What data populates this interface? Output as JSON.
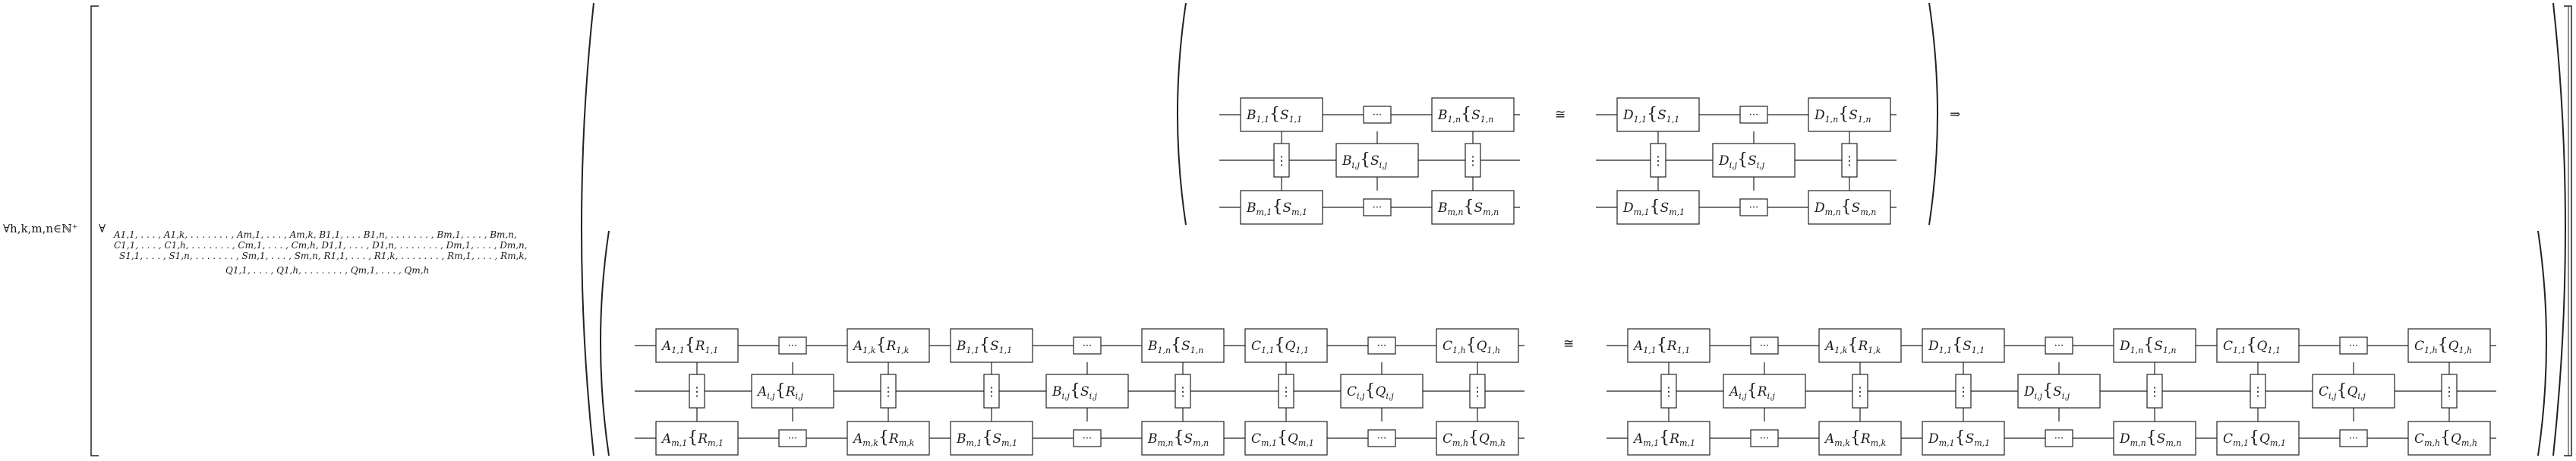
{
  "quantifier_outer": "∀h,k,m,n∈ℕ⁺",
  "quantifier_inner": "∀",
  "variable_lines": [
    "A1,1, . . . , A1,k, . . . . . . . , Am,1, . . . , Am,k, B1,1, . . . B1,n, . . . . . . . , Bm,1, . . . , Bm,n,",
    "C1,1, . . . , C1,h, . . . . . . . , Cm,1, . . . , Cm,h, D1,1, . . . , D1,n, . . . . . . . , Dm,1, . . . , Dm,n,",
    "S1,1, . . . , S1,n, . . . . . . . , Sm,1, . . . , Sm,n, R1,1, . . . , R1,k, . . . . . . . , Rm,1, . . . , Rm,k,",
    "Q1,1, . . . , Q1,h, . . . . . . . , Qm,1, . . . , Qm,h"
  ],
  "premise_equiv": "≅",
  "implies": "⇒",
  "conclusion_equiv": "≅",
  "dots_h": "···",
  "dots_v": "⋮",
  "premise_left": {
    "r1": [
      {
        "m": "B",
        "s": "1,1",
        "b": "S"
      },
      {
        "m": "B",
        "s": "1,n",
        "b": "S"
      }
    ],
    "mid": {
      "m": "B",
      "s": "i,j",
      "b": "S"
    },
    "r3": [
      {
        "m": "B",
        "s": "m,1",
        "b": "S"
      },
      {
        "m": "B",
        "s": "m,n",
        "b": "S"
      }
    ]
  },
  "premise_right": {
    "r1": [
      {
        "m": "D",
        "s": "1,1",
        "b": "S"
      },
      {
        "m": "D",
        "s": "1,n",
        "b": "S"
      }
    ],
    "mid": {
      "m": "D",
      "s": "i,j",
      "b": "S"
    },
    "r3": [
      {
        "m": "D",
        "s": "m,1",
        "b": "S"
      },
      {
        "m": "D",
        "s": "m,n",
        "b": "S"
      }
    ]
  },
  "conclusion_left": [
    {
      "r1": [
        {
          "m": "A",
          "s": "1,1",
          "b": "R"
        },
        {
          "m": "A",
          "s": "1,k",
          "b": "R"
        }
      ],
      "mid": {
        "m": "A",
        "s": "i,j",
        "b": "R"
      },
      "r3": [
        {
          "m": "A",
          "s": "m,1",
          "b": "R"
        },
        {
          "m": "A",
          "s": "m,k",
          "b": "R"
        }
      ]
    },
    {
      "r1": [
        {
          "m": "B",
          "s": "1,1",
          "b": "S"
        },
        {
          "m": "B",
          "s": "1,n",
          "b": "S"
        }
      ],
      "mid": {
        "m": "B",
        "s": "i,j",
        "b": "S"
      },
      "r3": [
        {
          "m": "B",
          "s": "m,1",
          "b": "S"
        },
        {
          "m": "B",
          "s": "m,n",
          "b": "S"
        }
      ]
    },
    {
      "r1": [
        {
          "m": "C",
          "s": "1,1",
          "b": "Q"
        },
        {
          "m": "C",
          "s": "1,h",
          "b": "Q"
        }
      ],
      "mid": {
        "m": "C",
        "s": "i,j",
        "b": "Q"
      },
      "r3": [
        {
          "m": "C",
          "s": "m,1",
          "b": "Q"
        },
        {
          "m": "C",
          "s": "m,h",
          "b": "Q"
        }
      ]
    }
  ],
  "conclusion_right": [
    {
      "r1": [
        {
          "m": "A",
          "s": "1,1",
          "b": "R"
        },
        {
          "m": "A",
          "s": "1,k",
          "b": "R"
        }
      ],
      "mid": {
        "m": "A",
        "s": "i,j",
        "b": "R"
      },
      "r3": [
        {
          "m": "A",
          "s": "m,1",
          "b": "R"
        },
        {
          "m": "A",
          "s": "m,k",
          "b": "R"
        }
      ]
    },
    {
      "r1": [
        {
          "m": "D",
          "s": "1,1",
          "b": "S"
        },
        {
          "m": "D",
          "s": "1,n",
          "b": "S"
        }
      ],
      "mid": {
        "m": "D",
        "s": "i,j",
        "b": "S"
      },
      "r3": [
        {
          "m": "D",
          "s": "m,1",
          "b": "S"
        },
        {
          "m": "D",
          "s": "m,n",
          "b": "S"
        }
      ]
    },
    {
      "r1": [
        {
          "m": "C",
          "s": "1,1",
          "b": "Q"
        },
        {
          "m": "C",
          "s": "1,h",
          "b": "Q"
        }
      ],
      "mid": {
        "m": "C",
        "s": "i,j",
        "b": "Q"
      },
      "r3": [
        {
          "m": "C",
          "s": "m,1",
          "b": "Q"
        },
        {
          "m": "C",
          "s": "m,h",
          "b": "Q"
        }
      ]
    }
  ]
}
